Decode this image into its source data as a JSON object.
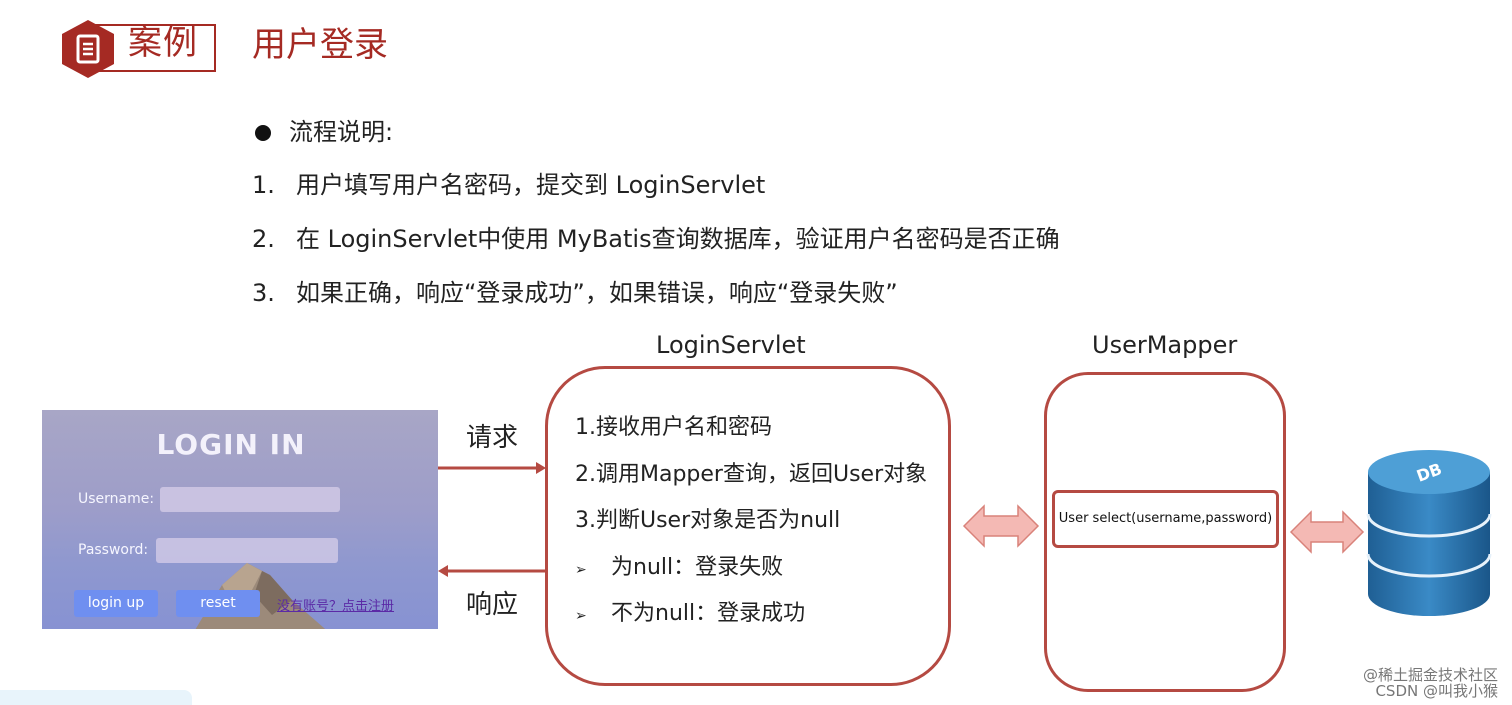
{
  "header": {
    "badge_label": "案例",
    "title": "用户登录"
  },
  "flow": {
    "heading": "流程说明:",
    "steps": [
      {
        "num": "1.",
        "text": "用户填写用户名密码，提交到 LoginServlet"
      },
      {
        "num": "2.",
        "text": "在 LoginServlet中使用 MyBatis查询数据库，验证用户名密码是否正确"
      },
      {
        "num": "3.",
        "text": "如果正确，响应“登录成功”，如果错误，响应“登录失败”"
      }
    ]
  },
  "login_screenshot": {
    "title": "LOGIN IN",
    "username_label": "Username:",
    "password_label": "Password:",
    "login_button": "login up",
    "reset_button": "reset",
    "register_link": "没有账号？点击注册"
  },
  "arrows": {
    "request": "请求",
    "response": "响应"
  },
  "servlet": {
    "title": "LoginServlet",
    "lines": [
      "1.接收用户名和密码",
      "2.调用Mapper查询，返回User对象",
      "3.判断User对象是否为null"
    ],
    "sub_items": [
      "为null：登录失败",
      "不为null：登录成功"
    ],
    "sub_marker": "➢"
  },
  "mapper": {
    "title": "UserMapper",
    "method": "User select(username,password)"
  },
  "database": {
    "label": "DB"
  },
  "watermark": {
    "line1": "@稀土掘金技术社区",
    "line2": "CSDN @叫我小猴"
  },
  "colors": {
    "accent": "#a52a23",
    "box_border": "#b54a42",
    "db_blue": "#2f77b0",
    "arrow_fill": "#f4b9b4"
  }
}
